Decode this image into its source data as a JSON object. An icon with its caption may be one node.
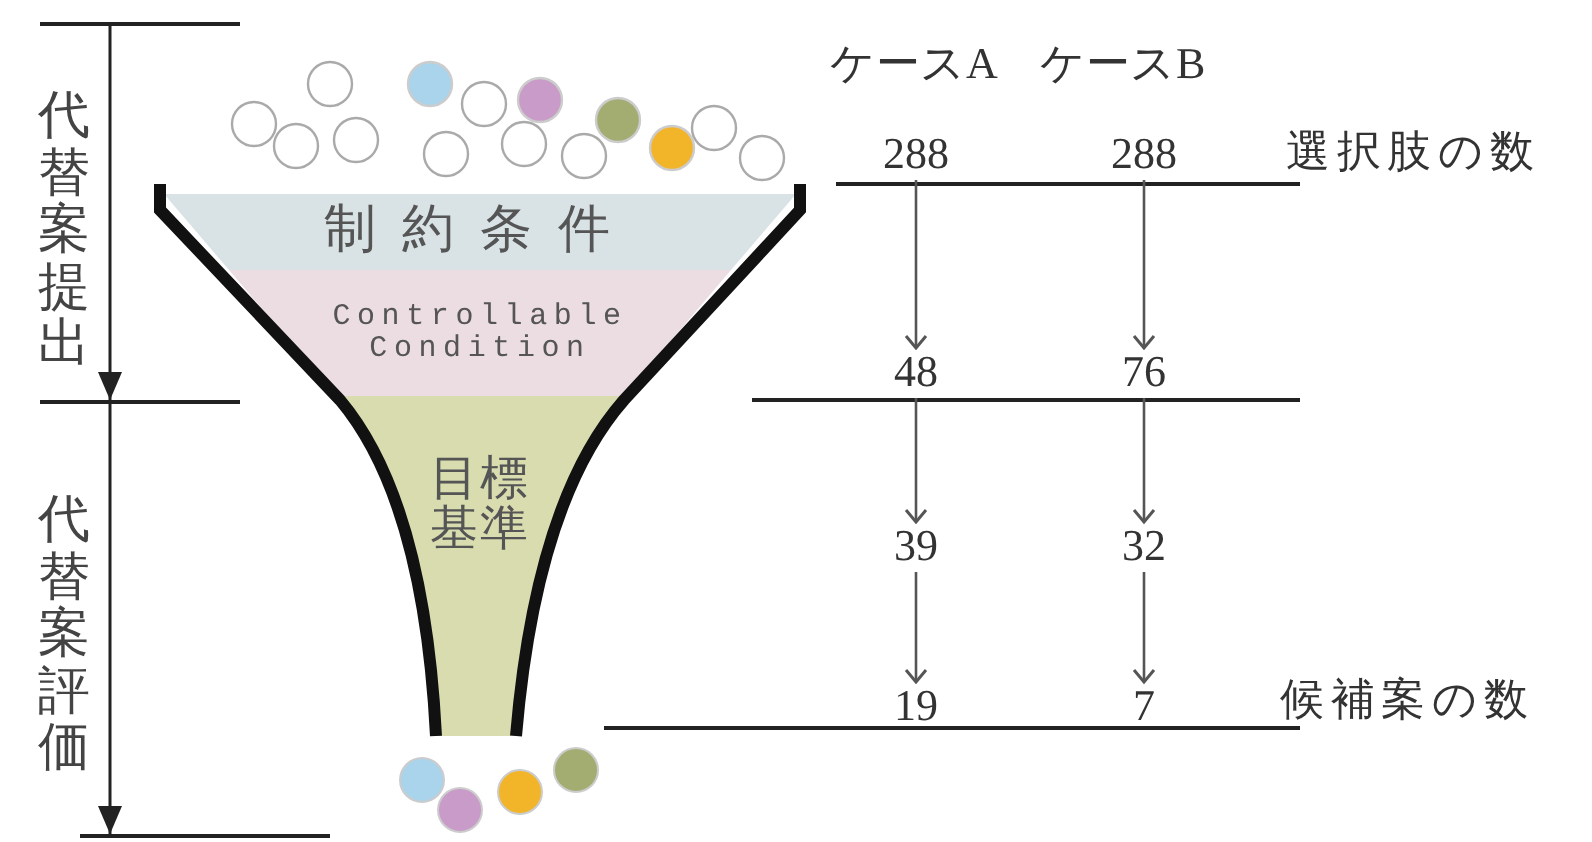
{
  "diagram": {
    "nodes": [
      {
        "text": [
          "制約条件"
        ]
      },
      {
        "text": [
          "Controllable Condition"
        ]
      },
      {
        "text": [
          "目標基準"
        ]
      },
      {
        "text": [
          "288"
        ]
      },
      {
        "text": [
          "288"
        ]
      },
      {
        "text": [
          "48"
        ]
      },
      {
        "text": [
          "76"
        ]
      },
      {
        "text": [
          "39"
        ]
      },
      {
        "text": [
          "32"
        ]
      },
      {
        "text": [
          "19"
        ]
      },
      {
        "text": [
          "7"
        ]
      }
    ],
    "edges": [
      {
        "from": 3,
        "to": 5,
        "arrow": "to"
      },
      {
        "from": 5,
        "to": 7,
        "arrow": "to"
      },
      {
        "from": 7,
        "to": 9,
        "arrow": "to"
      },
      {
        "from": 4,
        "to": 6,
        "arrow": "to"
      },
      {
        "from": 6,
        "to": 8,
        "arrow": "to"
      },
      {
        "from": 8,
        "to": 10,
        "arrow": "to"
      }
    ],
    "labels": [
      "代替案提出",
      "ケースA",
      "ケースB",
      "選択肢の数",
      "代替案評価",
      "候補案の数"
    ]
  }
}
